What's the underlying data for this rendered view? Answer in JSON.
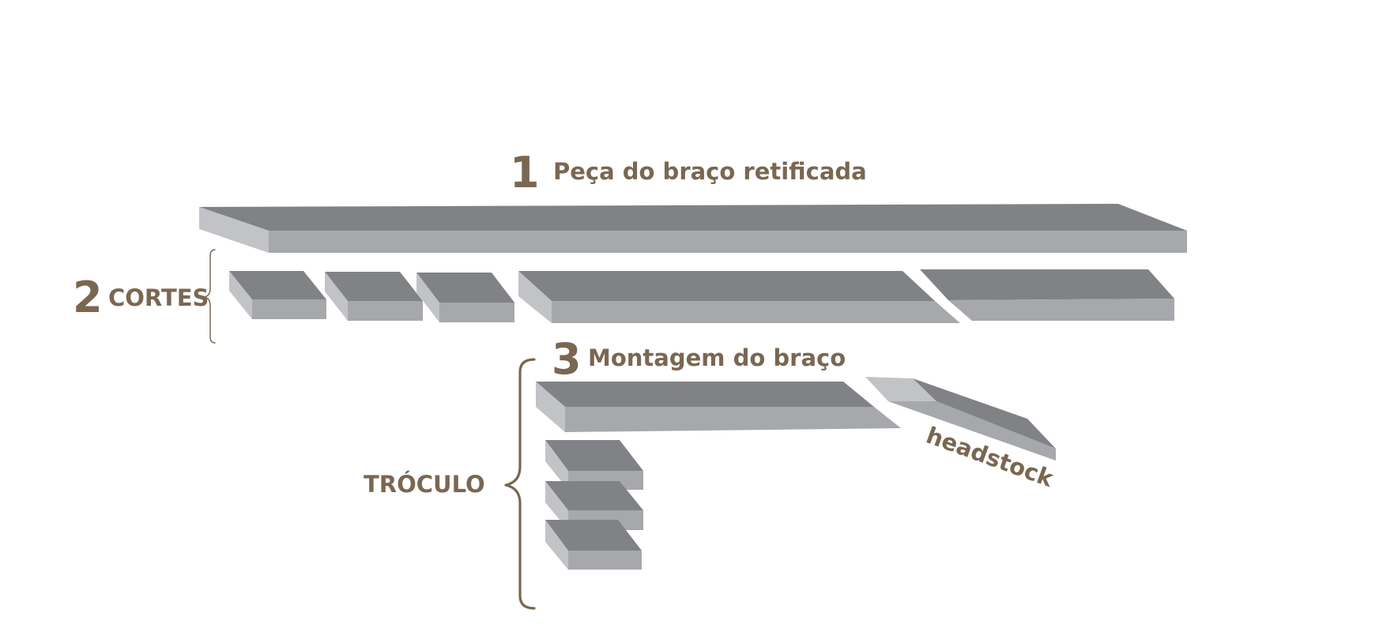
{
  "step1": {
    "number": "1",
    "title": "Peça do braço retificada"
  },
  "step2": {
    "number": "2",
    "title": "CORTES"
  },
  "step3": {
    "number": "3",
    "title": "Montagem do braço"
  },
  "troculo_label": "TRÓCULO",
  "headstock_label": "headstock",
  "colors": {
    "label": "#7a6751",
    "block_top": "#818285",
    "block_front": "#a7a8ab",
    "block_side": "#c2c3c6"
  }
}
